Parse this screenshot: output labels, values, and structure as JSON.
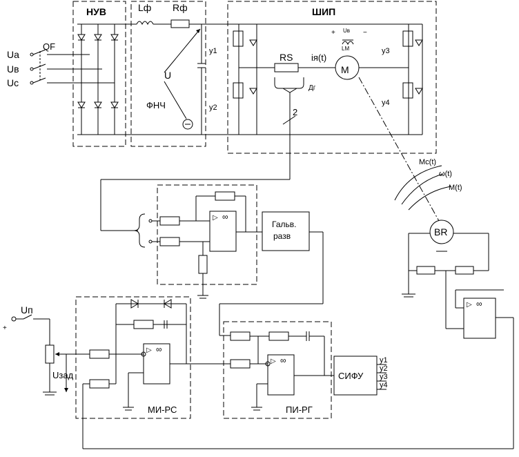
{
  "blocks": {
    "nuv": "НУВ",
    "shp": "ШИП",
    "fnch": "ФНЧ",
    "galv": [
      "Гальв.",
      "разв"
    ],
    "sifu": "СИФУ",
    "mi_rs": "МИ-РС",
    "pi_rg": "ПИ-РГ",
    "br": "BR"
  },
  "labels": {
    "ua": "Ua",
    "uv": "Uв",
    "uc": "Uc",
    "qf": "QF",
    "lf": "Lф",
    "rf": "Rф",
    "u": "U",
    "rs": "RS",
    "ia": "iя(t)",
    "dg": "Дг",
    "motor": "M",
    "lm": "LM",
    "uv_exc": "Uв",
    "plus": "+",
    "minus": "−",
    "mc": "Mc(t)",
    "omega": "ω(t)",
    "mt": "M(t)",
    "wire2": "2",
    "up": "Uп",
    "uzad": "Uзад",
    "amp_symbol": "∞",
    "amp_tri": "▷"
  },
  "gates_left": [
    "y1",
    "y2"
  ],
  "gates_right": [
    "y3",
    "y4"
  ],
  "sifu_outputs": [
    "y1",
    "y2",
    "y3",
    "y4"
  ]
}
